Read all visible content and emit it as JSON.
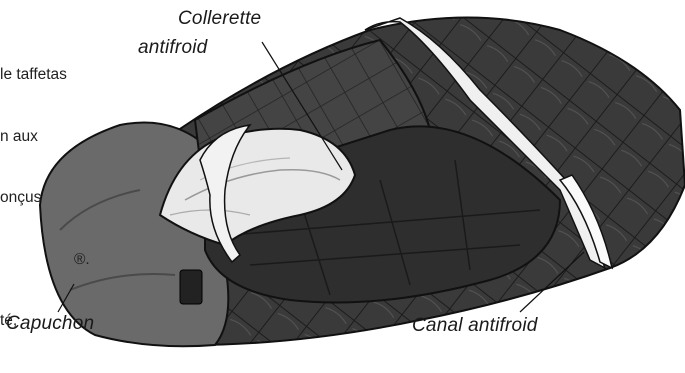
{
  "body_text": [
    "le taffetas",
    "n aux",
    "onçus",
    "®.",
    "té,"
  ],
  "callouts": {
    "collar": [
      "Collerette",
      "antifroid"
    ],
    "hood": "Capuchon",
    "draft_tube": "Canal antifroid"
  }
}
